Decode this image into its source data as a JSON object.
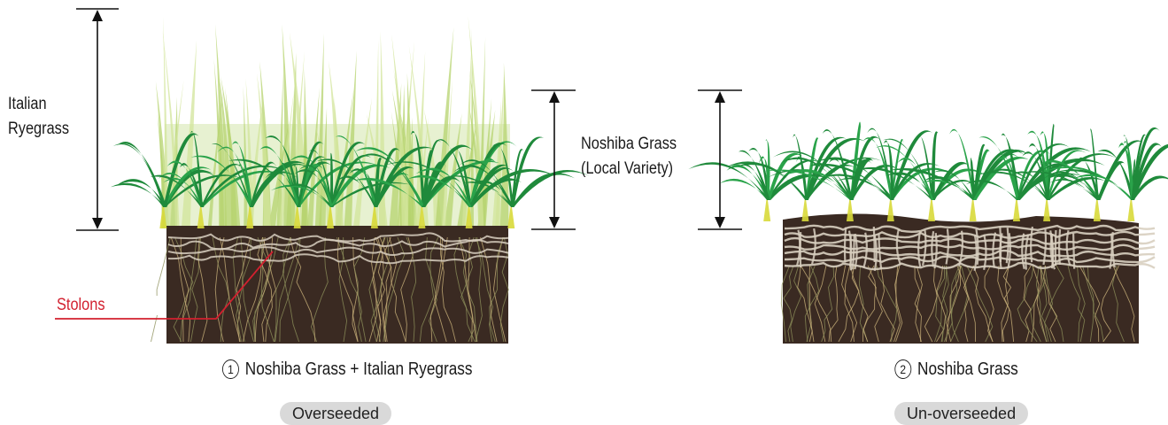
{
  "labels": {
    "italian_ryegrass": [
      "Italian",
      "Ryegrass"
    ],
    "noshiba_local": [
      "Noshiba Grass",
      "(Local Variety)"
    ],
    "stolons": "Stolons"
  },
  "panels": [
    {
      "number": "1",
      "caption": "Noshiba Grass + Italian Ryegrass",
      "badge": "Overseeded"
    },
    {
      "number": "2",
      "caption": "Noshiba Grass",
      "badge": "Un-overseeded"
    }
  ],
  "colors": {
    "soil": "#3a2a22",
    "noshiba_green": "#1f8a3b",
    "ryegrass_green": "#a9cc5a",
    "stolon": "#d8cfc0",
    "callout": "#d2202f",
    "badge_bg": "#d9d9d9"
  }
}
